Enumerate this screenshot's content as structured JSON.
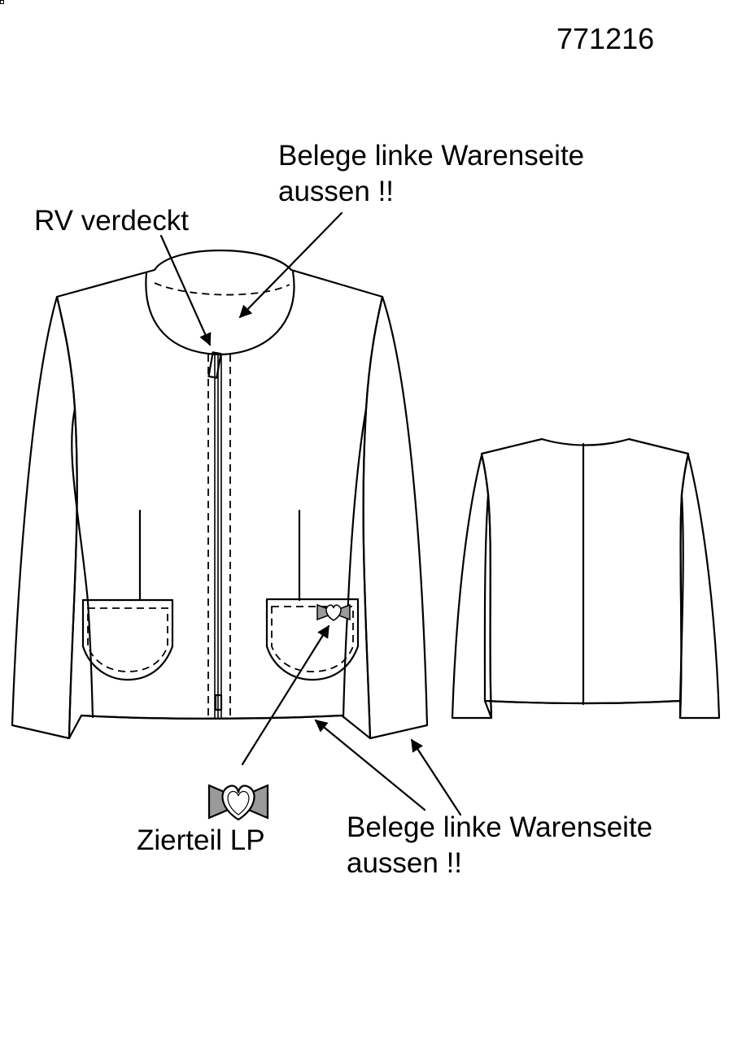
{
  "sheet": {
    "article_number": "771216",
    "callouts": {
      "facing_top": {
        "line1": "Belege linke Warenseite",
        "line2": "aussen !!"
      },
      "zipper": "RV verdeckt",
      "trim": "Zierteil LP",
      "facing_bottom": {
        "line1": "Belege linke Warenseite",
        "line2": "aussen !!"
      }
    },
    "colors": {
      "line": "#000000",
      "ornament_fill": "#9a9a9a",
      "background": "#ffffff"
    },
    "icons": [
      "heart-bow-ornament",
      "arrow"
    ]
  }
}
